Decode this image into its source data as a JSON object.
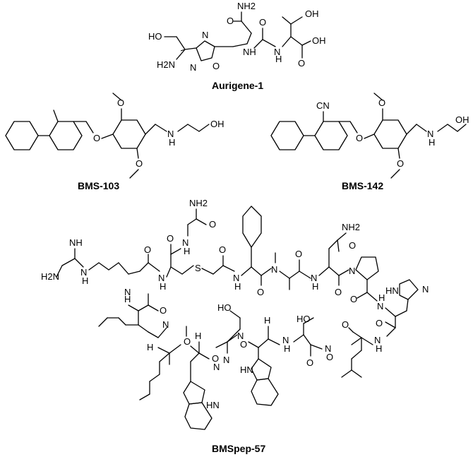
{
  "compounds": [
    {
      "id": "aurigene",
      "name": "Aurigene-1"
    },
    {
      "id": "bms103",
      "name": "BMS-103"
    },
    {
      "id": "bms142",
      "name": "BMS-142"
    },
    {
      "id": "bmspep",
      "name": "BMSpep-57"
    }
  ],
  "atoms": {
    "aurigene": [
      "NH2",
      "OH",
      "HO",
      "N",
      "H2N",
      "N",
      "O",
      "NH",
      "H",
      "N",
      "O",
      "N",
      "H",
      "O",
      "OH"
    ],
    "bms103": [
      "O",
      "O",
      "N",
      "H",
      "OH",
      "O"
    ],
    "bms142": [
      "CN",
      "O",
      "O",
      "N",
      "H",
      "OH",
      "O"
    ],
    "bmspep": [
      "NH2",
      "O",
      "H",
      "N",
      "NH",
      "O",
      "H2N",
      "N",
      "H",
      "O",
      "N",
      "H",
      "S",
      "O",
      "N",
      "H",
      "O",
      "N",
      "O",
      "N",
      "H",
      "NH2",
      "O",
      "O",
      "N",
      "O",
      "HN",
      "N",
      "H",
      "HN",
      "N",
      "O",
      "N",
      "H",
      "O",
      "N",
      "O",
      "HO",
      "N",
      "O",
      "N",
      "H",
      "HO",
      "O",
      "N",
      "H",
      "O",
      "HN",
      "O",
      "N",
      "H",
      "O",
      "HN",
      "NH"
    ]
  }
}
